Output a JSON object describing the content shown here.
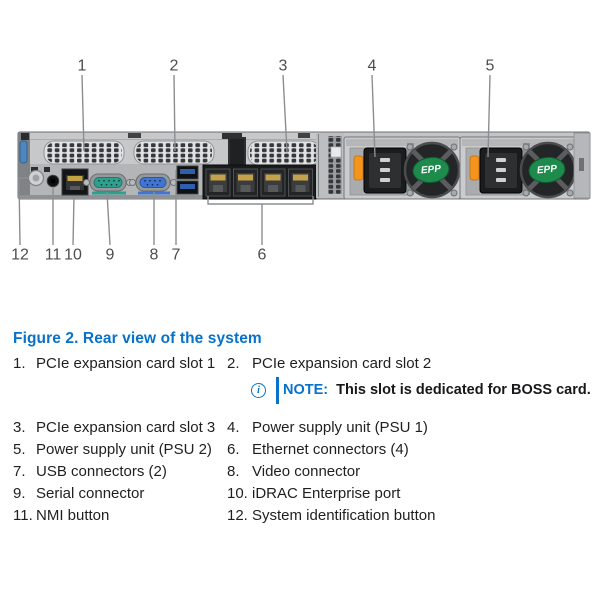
{
  "figure": {
    "caption": "Figure 2. Rear view of the system",
    "note": {
      "glyph": "i",
      "label": "NOTE:",
      "text": "This slot is dedicated for BOSS card."
    },
    "items": [
      {
        "num": "1.",
        "label": "PCIe expansion card slot 1"
      },
      {
        "num": "2.",
        "label": "PCIe expansion card slot 2"
      },
      {
        "num": "3.",
        "label": "PCIe expansion card slot 3"
      },
      {
        "num": "4.",
        "label": "Power supply unit (PSU 1)"
      },
      {
        "num": "5.",
        "label": "Power supply unit (PSU 2)"
      },
      {
        "num": "6.",
        "label": "Ethernet connectors (4)"
      },
      {
        "num": "7.",
        "label": "USB connectors (2)"
      },
      {
        "num": "8.",
        "label": "Video connector"
      },
      {
        "num": "9.",
        "label": "Serial connector"
      },
      {
        "num": "10.",
        "label": "iDRAC Enterprise port"
      },
      {
        "num": "11.",
        "label": "NMI button"
      },
      {
        "num": "12.",
        "label": "System identification button"
      }
    ]
  },
  "diagram": {
    "callouts_top": [
      "1",
      "2",
      "3",
      "4",
      "5"
    ],
    "callouts_bottom": [
      "12",
      "11",
      "10",
      "9",
      "8",
      "7",
      "6"
    ],
    "psu_badge": "EPP",
    "colors": {
      "accent_blue": "#0672CB",
      "psu_badge_green": "#1E8B4D",
      "latch_orange": "#F3941F",
      "serial_teal": "#2FA08D",
      "vga_blue": "#4076D2"
    }
  }
}
